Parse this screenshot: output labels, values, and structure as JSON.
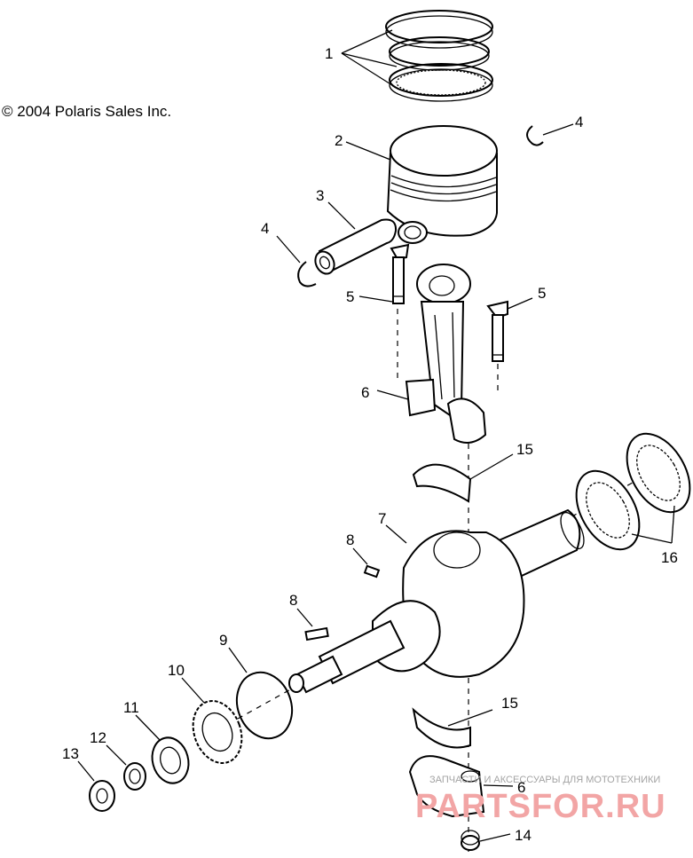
{
  "copyright": "© 2004 Polaris Sales Inc.",
  "callouts": {
    "c1": "1",
    "c2": "2",
    "c3": "3",
    "c4a": "4",
    "c4b": "4",
    "c5a": "5",
    "c5b": "5",
    "c6a": "6",
    "c6b": "6",
    "c7": "7",
    "c8a": "8",
    "c8b": "8",
    "c9": "9",
    "c10": "10",
    "c11": "11",
    "c12": "12",
    "c13": "13",
    "c14": "14",
    "c15a": "15",
    "c15b": "15",
    "c16": "16"
  },
  "watermark": {
    "tagline": "ЗАПЧАСТИ И АКСЕССУАРЫ ДЛЯ МОТОТЕХНИКИ",
    "brand": "PARTSFOR.RU"
  }
}
